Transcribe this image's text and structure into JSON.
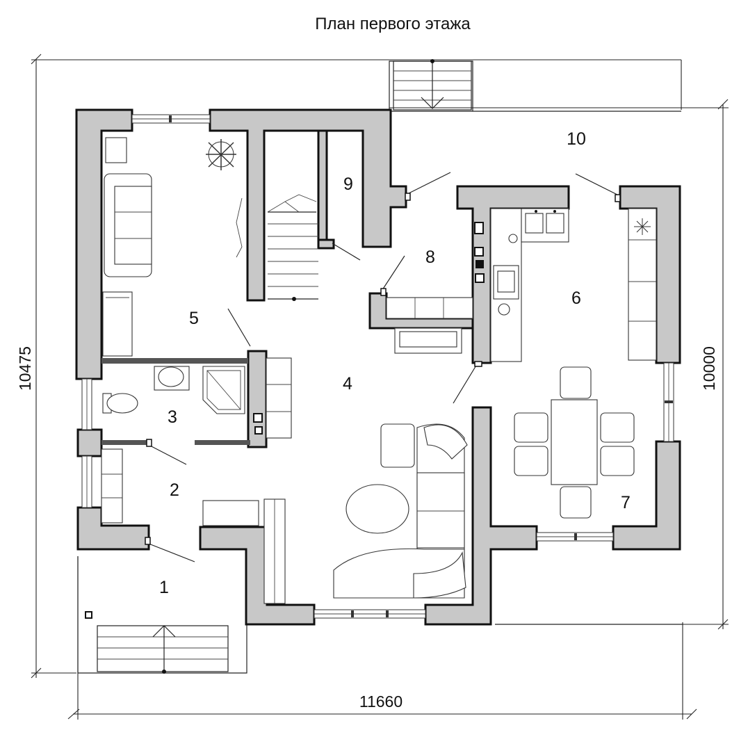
{
  "title": "План первого этажа",
  "dimensions": {
    "width": "11660",
    "height_left": "10475",
    "height_right": "10000"
  },
  "rooms": [
    {
      "number": "1"
    },
    {
      "number": "2"
    },
    {
      "number": "3"
    },
    {
      "number": "4"
    },
    {
      "number": "5"
    },
    {
      "number": "6"
    },
    {
      "number": "7"
    },
    {
      "number": "8"
    },
    {
      "number": "9"
    },
    {
      "number": "10"
    }
  ]
}
